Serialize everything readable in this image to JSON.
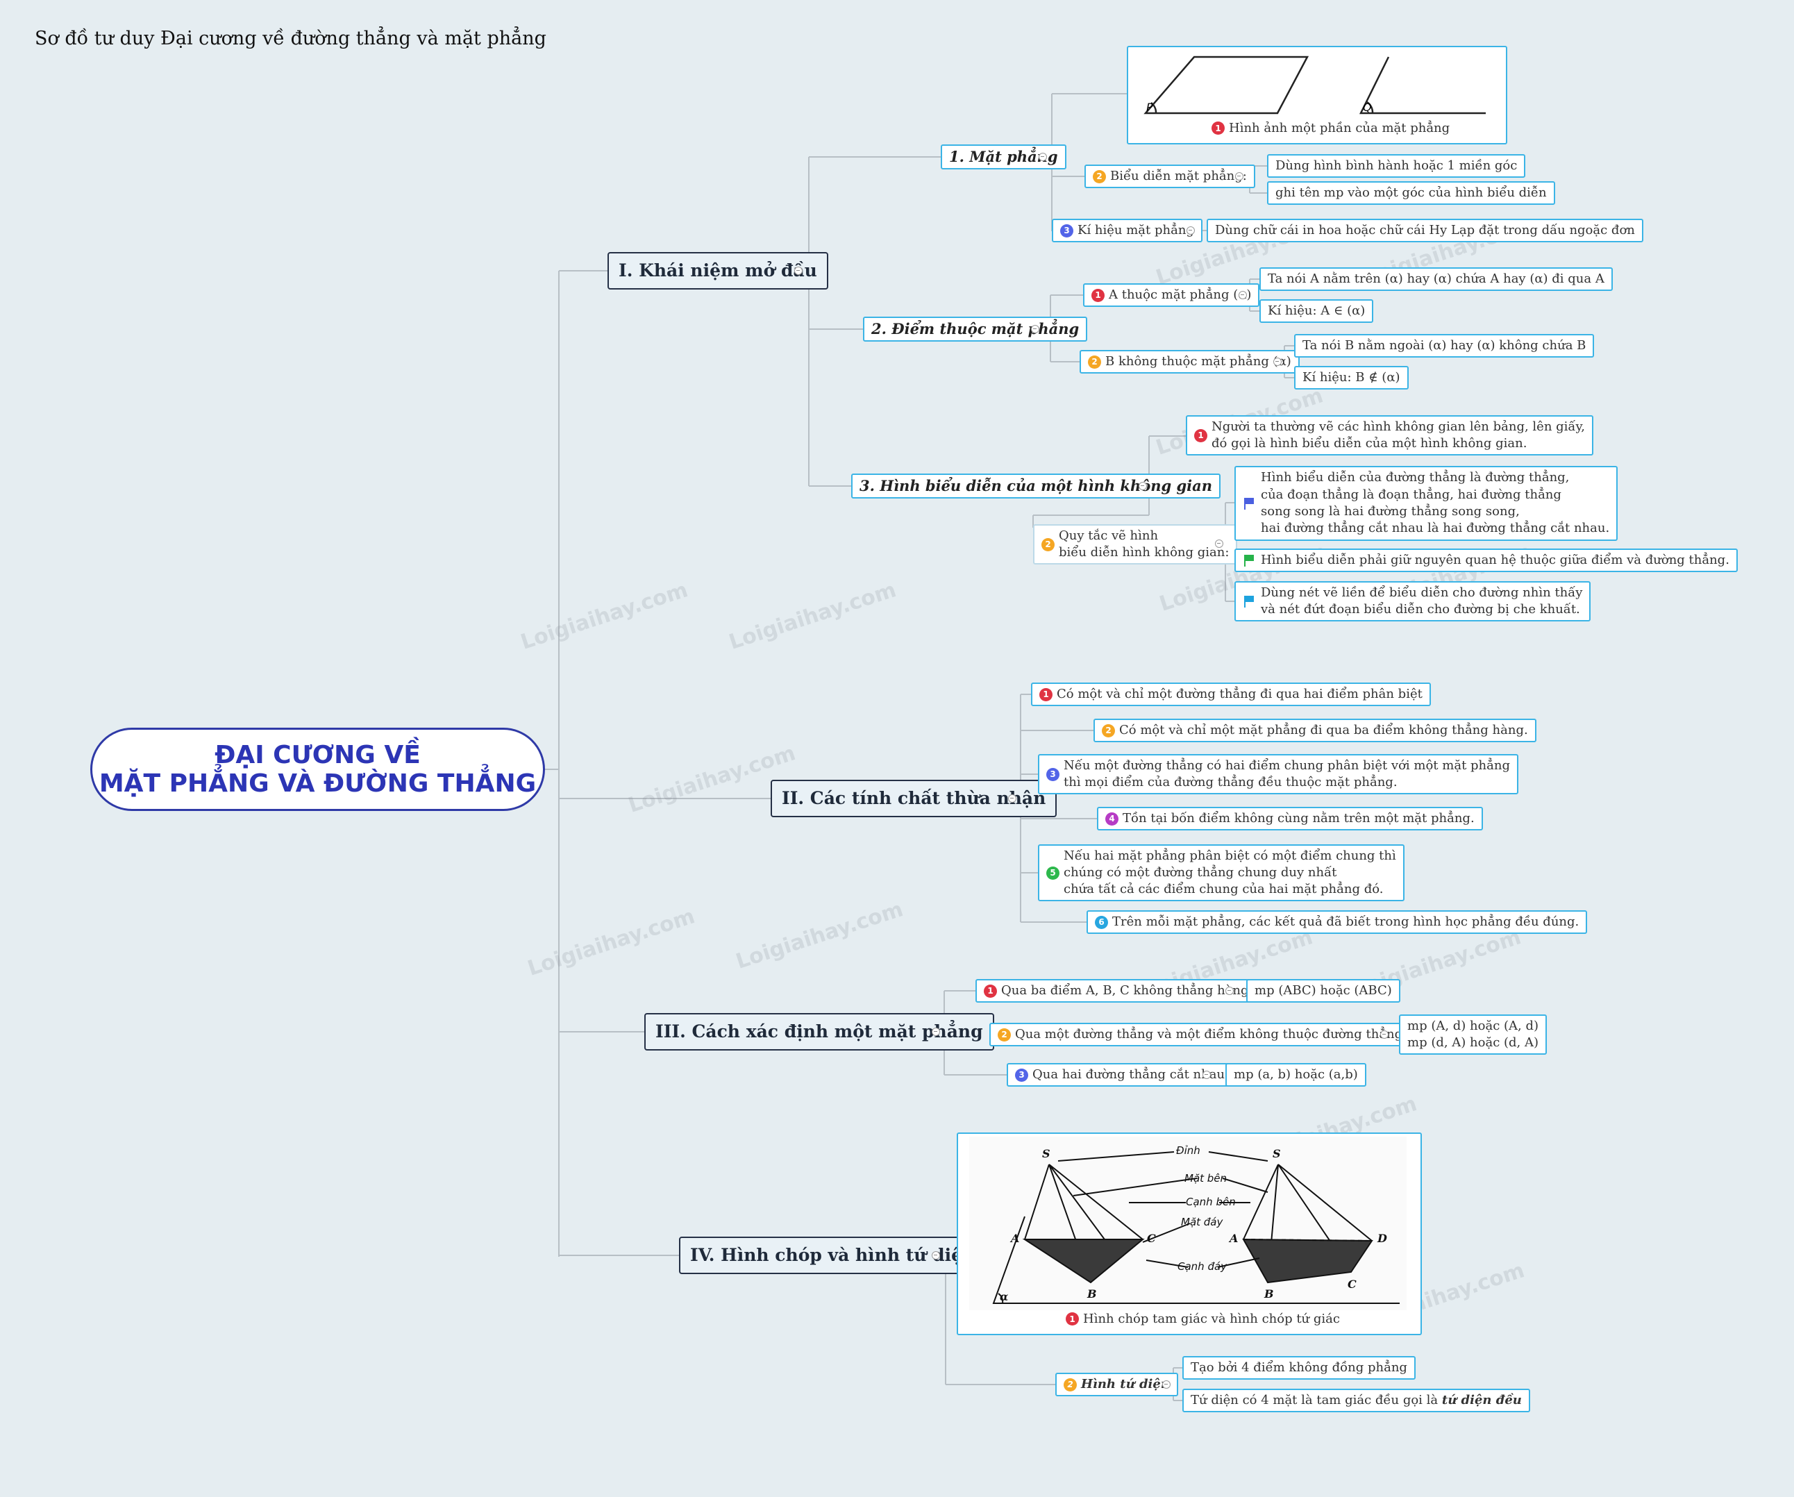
{
  "caption": "Sơ đồ tư duy Đại cương về đường thẳng và mặt phẳng",
  "root": {
    "line1": "ĐẠI CƯƠNG VỀ",
    "line2": "MẶT PHẲNG VÀ ĐƯỜNG THẲNG"
  },
  "watermark": "Loigiaihay.com",
  "colors": {
    "root_border": "#2f3aa7",
    "root_text": "#2c35b5",
    "node_border": "#3bb4e6",
    "line": "#b7bfc5"
  },
  "section1": {
    "title": "I. Khái niệm mở đầu",
    "mp": {
      "title": "1. Mặt phẳng",
      "image_caption": "Hình ảnh một phần của mặt phẳng",
      "image_labels": {
        "p": "P",
        "q": "Q"
      },
      "bieu_dien": "Biểu diễn mặt phẳng:",
      "bieu_dien_items": [
        "Dùng hình bình hành hoặc 1 miền góc",
        "ghi tên mp vào một góc của hình biểu diễn"
      ],
      "ki_hieu": "Kí hiệu mặt phẳng",
      "ki_hieu_item": "Dùng chữ cái in hoa hoặc chữ cái Hy Lạp đặt trong dấu ngoặc đơn"
    },
    "diem": {
      "title": "2. Điểm thuộc mặt phẳng",
      "a_thuoc": "A thuộc mặt phẳng (α)",
      "a_items": [
        "Ta nói A nằm trên (α) hay (α) chứa A hay (α) đi qua A",
        "Kí hiệu: A ∈ (α)"
      ],
      "b_khong": "B không thuộc mặt phẳng (α)",
      "b_items": [
        "Ta nói B nằm ngoài (α) hay (α) không chứa B",
        "Kí hiệu: B ∉ (α)"
      ]
    },
    "hinh": {
      "title": "3. Hình biểu diễn của một hình không gian",
      "def": [
        "Người ta thường vẽ các hình không gian lên bảng, lên giấy,",
        "đó gọi là hình biểu diễn của một hình không gian."
      ],
      "quy_tac": [
        "Quy tắc vẽ hình",
        "biểu diễn hình không gian:"
      ],
      "rule1": [
        "Hình biểu diễn của đường thẳng là đường thẳng,",
        "của đoạn thẳng là đoạn thẳng, hai đường thẳng",
        "song song là hai đường thẳng song song,",
        "hai đường thẳng cắt nhau là hai đường thẳng cắt nhau."
      ],
      "rule2": "Hình biểu diễn phải giữ nguyên quan hệ thuộc giữa điểm và đường thẳng.",
      "rule3": [
        "Dùng nét vẽ liền để biểu diễn cho đường nhìn thấy",
        "và nét đứt đoạn biểu diễn cho đường bị che khuất."
      ]
    }
  },
  "section2": {
    "title": "II. Các tính chất thừa nhận",
    "items": [
      [
        "Có một và chỉ một đường thẳng đi qua hai điểm phân biệt"
      ],
      [
        "Có một và chỉ một mặt phẳng đi qua ba điểm không thẳng hàng."
      ],
      [
        "Nếu một đường thẳng có hai điểm chung phân biệt với một mặt phẳng",
        "thì mọi điểm của đường thẳng đều thuộc mặt phẳng."
      ],
      [
        "Tồn tại bốn điểm không cùng nằm trên một mặt phẳng."
      ],
      [
        "Nếu hai mặt phẳng phân biệt có một điểm chung thì",
        "chúng có một đường thẳng chung duy nhất",
        "chứa tất cả các điểm chung của hai mặt phẳng đó."
      ],
      [
        "Trên mỗi mặt phẳng, các kết quả đã biết trong hình học phẳng đều đúng."
      ]
    ]
  },
  "section3": {
    "title": "III. Cách xác định một mặt phẳng",
    "items": [
      {
        "label": "Qua ba điểm A, B, C không thẳng hàng",
        "value": [
          "mp (ABC) hoặc (ABC)"
        ]
      },
      {
        "label": "Qua một đường thẳng và một điểm không thuộc đường thẳng đó",
        "value": [
          "mp (A, d) hoặc (A, d)",
          "mp (d, A) hoặc  (d, A)"
        ]
      },
      {
        "label": "Qua hai đường thẳng cắt nhau",
        "value": [
          "mp (a, b) hoặc (a,b)"
        ]
      }
    ]
  },
  "section4": {
    "title": "IV. Hình chóp và hình tứ diện",
    "image_caption": "Hình chóp tam giác và hình chóp tứ giác",
    "figure_labels": {
      "dinh": "Đỉnh",
      "mat_ben": "Mặt bên",
      "canh_ben": "Cạnh bên",
      "mat_day": "Mặt đáy",
      "canh_day": "Cạnh đáy",
      "S": "S",
      "A": "A",
      "B": "B",
      "C": "C",
      "D": "D",
      "alpha": "α"
    },
    "tu_dien": "Hình tứ diện",
    "tu_dien_items": [
      "Tạo bởi 4 điểm không đồng phẳng",
      "Tứ diện có 4 mặt là tam giác đều gọi là "
    ],
    "tu_dien_deu": "tứ diện đều"
  }
}
